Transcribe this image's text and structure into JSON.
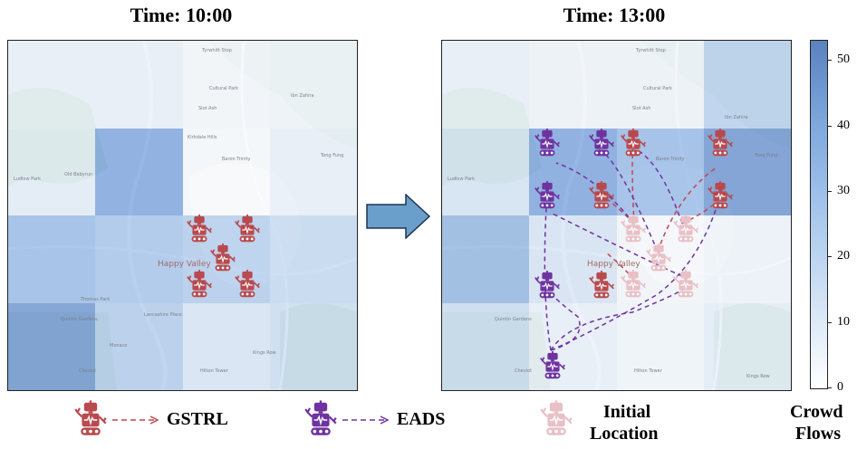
{
  "titles": {
    "left": "Time: 10:00",
    "right": "Time: 13:00"
  },
  "map_labels": {
    "big": "Happy Valley",
    "small": [
      "Tyrwhitt Stop",
      "Cultural Park",
      "Slot Ash",
      "Ibn Zahira",
      "Tong Fung",
      "Baron Trinity",
      "Kirkdale Hills",
      "Ludlow Park",
      "Old Babyrun",
      "Quintin Gardens",
      "Thomas Park",
      "Lancashire Place",
      "Monaco",
      "Cheviot",
      "Hilton Tower",
      "Kings Row"
    ]
  },
  "colors": {
    "gstrl": "#b84a4e",
    "eads": "#6f33a0",
    "initial": "#e8c0c6",
    "colorbar_max": "#5a82c0",
    "colorbar_min": "#ffffff"
  },
  "heat_left": [
    [
      "#e6eff9",
      "#e6eff9",
      "#f3f7fc",
      "#eef4fb"
    ],
    [
      "#e0ebf8",
      "#6f9bdc",
      "#f7fafd",
      "#e6eff9"
    ],
    [
      "#8db3e6",
      "#9dbeea",
      "#a9c6ec",
      "#bdd4f0"
    ],
    [
      "#5f8bcf",
      "#a9c6ec",
      "#d3e2f5",
      "#c6daf2"
    ]
  ],
  "heat_right": [
    [
      "#e6eff9",
      "#edf3fb",
      "#edf3fb",
      "#b0cbee"
    ],
    [
      "#d0e0f5",
      "#6e9adc",
      "#8cb2e6",
      "#5c88cc"
    ],
    [
      "#85adde",
      "#d2e1f5",
      "#f4f7fc",
      "#ecf2fb"
    ],
    [
      "#c3d8f2",
      "#e6eff9",
      "#f0f5fc",
      "#e2ecf9"
    ]
  ],
  "colorbar": {
    "ticks": [
      "0",
      "10",
      "20",
      "30",
      "40",
      "50"
    ],
    "max_value": 53,
    "label_line1": "Crowd",
    "label_line2": "Flows"
  },
  "legend": {
    "gstrl": "GSTRL",
    "eads": "EADS",
    "initial_line1": "Initial",
    "initial_line2": "Location"
  }
}
